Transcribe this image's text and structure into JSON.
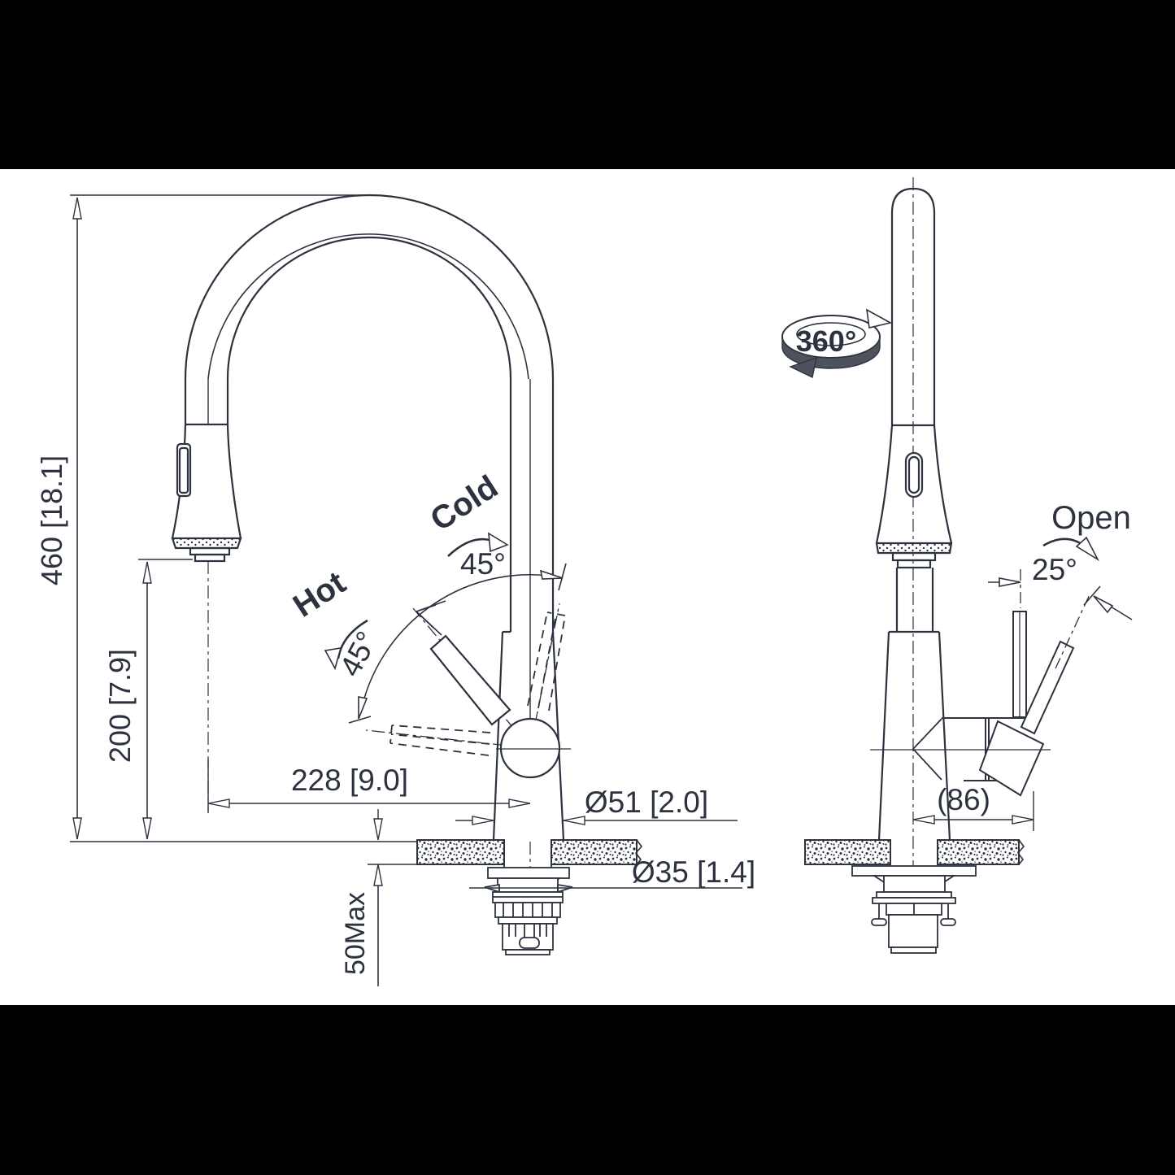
{
  "drawing": {
    "colors": {
      "ink": "#2c323e",
      "paper": "#ffffff",
      "letterbox": "#000000",
      "ribbon_dark": "#4d525c"
    },
    "front_view": {
      "dim_total_height": "460 [18.1]",
      "dim_spout_height": "200 [7.9]",
      "dim_spout_reach": "228 [9.0]",
      "dim_base_diameter": "Ø51 [2.0]",
      "dim_hole_diameter": "Ø35 [1.4]",
      "dim_deck_thickness": "50Max",
      "label_cold": "Cold",
      "angle_cold": "45°",
      "label_hot": "Hot",
      "angle_hot": "45°"
    },
    "side_view": {
      "angle_swivel": "360°",
      "label_open": "Open",
      "angle_open": "25°",
      "dim_body_depth": "(86)"
    }
  }
}
